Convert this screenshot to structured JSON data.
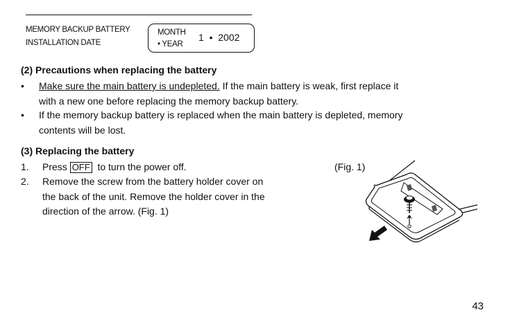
{
  "install": {
    "label_line1": "MEMORY BACKUP BATTERY",
    "label_line2": "INSTALLATION DATE",
    "box_line1": "MONTH",
    "box_line2": "• YEAR",
    "date_value": "1  •  2002"
  },
  "section2": {
    "heading": "(2)  Precautions when replacing the battery",
    "bullets": [
      {
        "line1_underlined": "Make sure the main battery is undepleted.",
        "line1_rest": " If the main battery is weak, first replace it",
        "line2": "with a new one before replacing the memory backup battery."
      },
      {
        "line1": "If the memory backup battery is replaced when the main battery is depleted, memory",
        "line2": "contents will be lost."
      }
    ],
    "bullet_char": "•"
  },
  "section3": {
    "heading": "(3)  Replacing the battery",
    "step1_num": "1.",
    "step1_pre": "Press ",
    "step1_key": "OFF",
    "step1_post": "  to turn the power off.",
    "step2_num": "2.",
    "step2_lines": [
      "Remove the screw from the battery holder cover on",
      "the back of the unit. Remove the holder cover in the",
      "direction of the arrow. (Fig. 1)"
    ]
  },
  "figure": {
    "label": "(Fig. 1)"
  },
  "page": {
    "number": "43"
  },
  "colors": {
    "ink": "#111111",
    "paper": "#ffffff"
  },
  "icons": {
    "figure_icon": "battery-cover-illustration",
    "arrow_icon": "slide-direction-arrow"
  }
}
